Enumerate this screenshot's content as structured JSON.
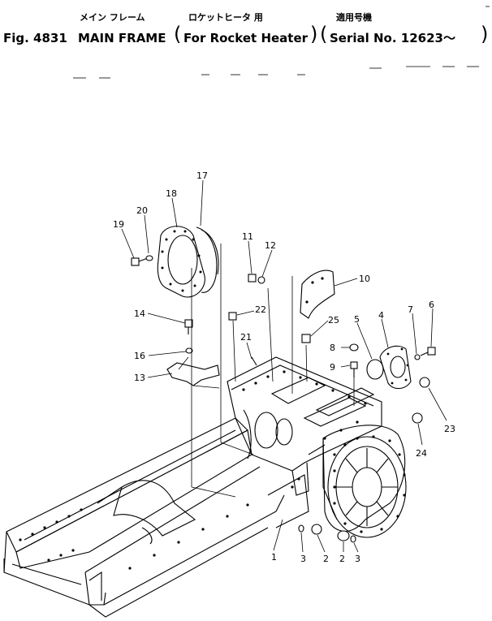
{
  "header": {
    "jp_main": "メイン フレーム",
    "jp_variant": "ロケットヒータ 用",
    "jp_serial": "適用号機",
    "fig_label": "Fig. 4831",
    "title": "MAIN FRAME",
    "variant": "For Rocket Heater",
    "serial": "Serial No. 12623～"
  },
  "parts": [
    {
      "no": "1"
    },
    {
      "no": "2"
    },
    {
      "no": "2"
    },
    {
      "no": "3"
    },
    {
      "no": "3"
    },
    {
      "no": "4"
    },
    {
      "no": "5"
    },
    {
      "no": "6"
    },
    {
      "no": "7"
    },
    {
      "no": "8"
    },
    {
      "no": "9"
    },
    {
      "no": "10"
    },
    {
      "no": "11"
    },
    {
      "no": "12"
    },
    {
      "no": "13"
    },
    {
      "no": "14"
    },
    {
      "no": "16"
    },
    {
      "no": "17"
    },
    {
      "no": "18"
    },
    {
      "no": "19"
    },
    {
      "no": "20"
    },
    {
      "no": "21"
    },
    {
      "no": "22"
    },
    {
      "no": "23"
    },
    {
      "no": "24"
    },
    {
      "no": "25"
    }
  ]
}
